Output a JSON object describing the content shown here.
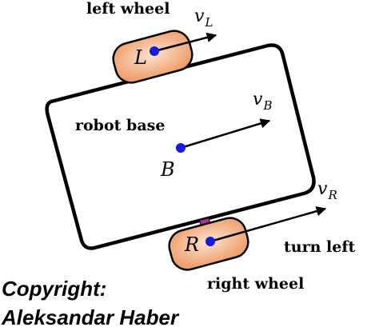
{
  "labels": {
    "left_wheel": "left wheel",
    "right_wheel": "right wheel",
    "robot_base": "robot base",
    "turn_left": "turn left"
  },
  "points": {
    "left": "L",
    "base": "B",
    "right": "R"
  },
  "vectors": {
    "left": {
      "symbol": "v",
      "subscript": "L"
    },
    "base": {
      "symbol": "v",
      "subscript": "B"
    },
    "right": {
      "symbol": "v",
      "subscript": "R"
    }
  },
  "copyright": {
    "line1": "Copyright:",
    "line2": "Aleksandar Haber"
  },
  "colors": {
    "outline": "#000000",
    "point": "#1a1adc",
    "wheel_light": "#fbe3cf",
    "wheel_dark": "#ee9c68",
    "axle": "#b0309a"
  }
}
